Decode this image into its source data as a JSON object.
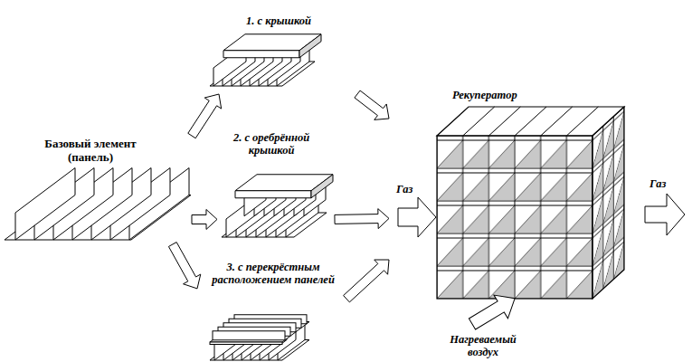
{
  "diagram": {
    "nodes": [
      {
        "text": [
          "Базовый элемент (панель)"
        ]
      },
      {
        "text": [
          "1. с крышкой"
        ]
      },
      {
        "text": [
          "2. с оребрённой крышкой"
        ]
      },
      {
        "text": [
          "3. с перекрёстным расположением панелей"
        ]
      },
      {
        "text": [
          "Рекуператор"
        ]
      }
    ],
    "edges": [
      {
        "from": 0,
        "to": 1,
        "arrow": "to"
      },
      {
        "from": 0,
        "to": 2,
        "arrow": "to"
      },
      {
        "from": 0,
        "to": 3,
        "arrow": "to"
      },
      {
        "from": 1,
        "to": 4,
        "arrow": "to"
      },
      {
        "from": 2,
        "to": 4,
        "arrow": "to"
      },
      {
        "from": 3,
        "to": 4,
        "arrow": "to"
      }
    ],
    "labels": [
      "Газ",
      "Газ",
      "Нагреваемый воздух"
    ]
  }
}
